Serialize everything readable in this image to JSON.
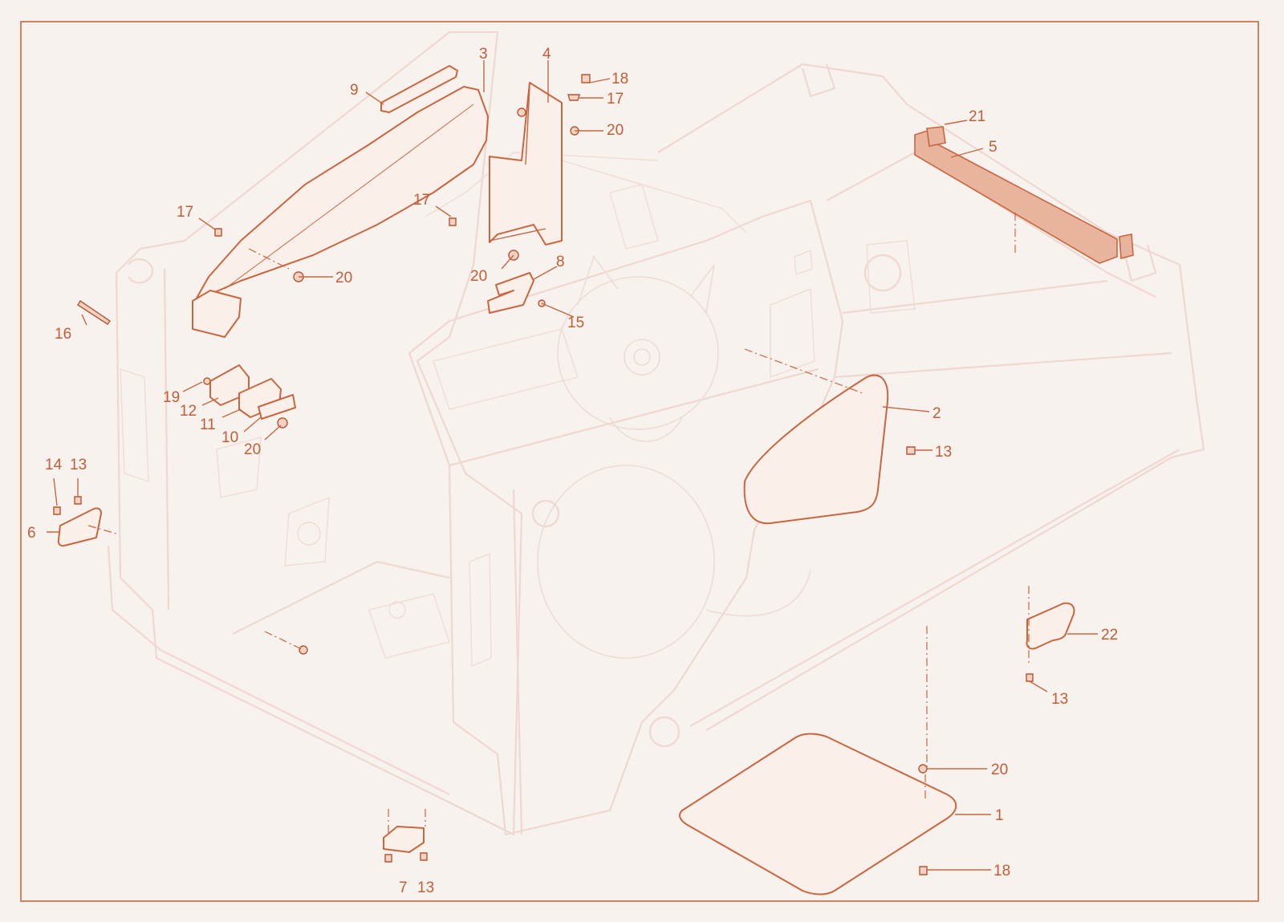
{
  "colors": {
    "background": "#f8f2ef",
    "accent": "#c9663f",
    "frame": "#eed8cf",
    "highlight_fill": "#e9b49d"
  },
  "callouts": {
    "c1": "1",
    "c2": "2",
    "c3": "3",
    "c4": "4",
    "c5": "5",
    "c6": "6",
    "c7": "7",
    "c8": "8",
    "c9": "9",
    "c10": "10",
    "c11": "11",
    "c12": "12",
    "c13_bl": "13",
    "c13_left": "13",
    "c13_mid": "13",
    "c13_right": "13",
    "c14": "14",
    "c15": "15",
    "c16": "16",
    "c17_left": "17",
    "c17_mid": "17",
    "c17_top": "17",
    "c18_top": "18",
    "c18_bottom": "18",
    "c19": "19",
    "c20_top": "20",
    "c20_a": "20",
    "c20_b": "20",
    "c20_c": "20",
    "c20_d": "20",
    "c21": "21",
    "c22": "22"
  }
}
